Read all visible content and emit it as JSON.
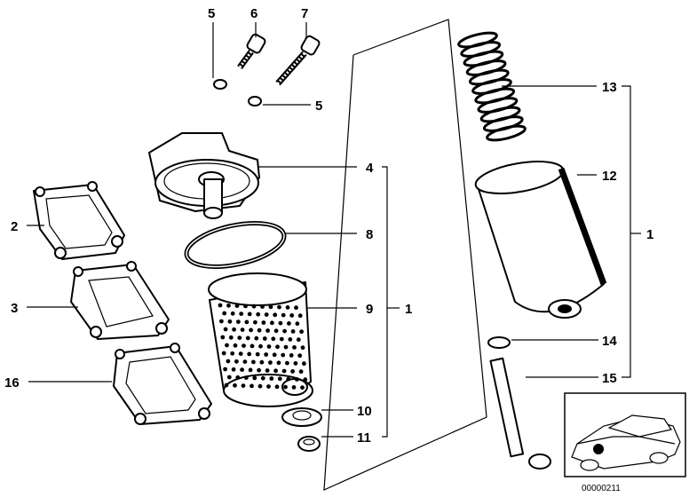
{
  "callouts": {
    "c5a": "5",
    "c6": "6",
    "c7": "7",
    "c5b": "5",
    "c4": "4",
    "c8": "8",
    "c9": "9",
    "c1a": "1",
    "c10": "10",
    "c11": "11",
    "c2": "2",
    "c3": "3",
    "c16": "16",
    "c13": "13",
    "c12": "12",
    "c1b": "1",
    "c14": "14",
    "c15": "15"
  },
  "diagram_id": "00000211"
}
